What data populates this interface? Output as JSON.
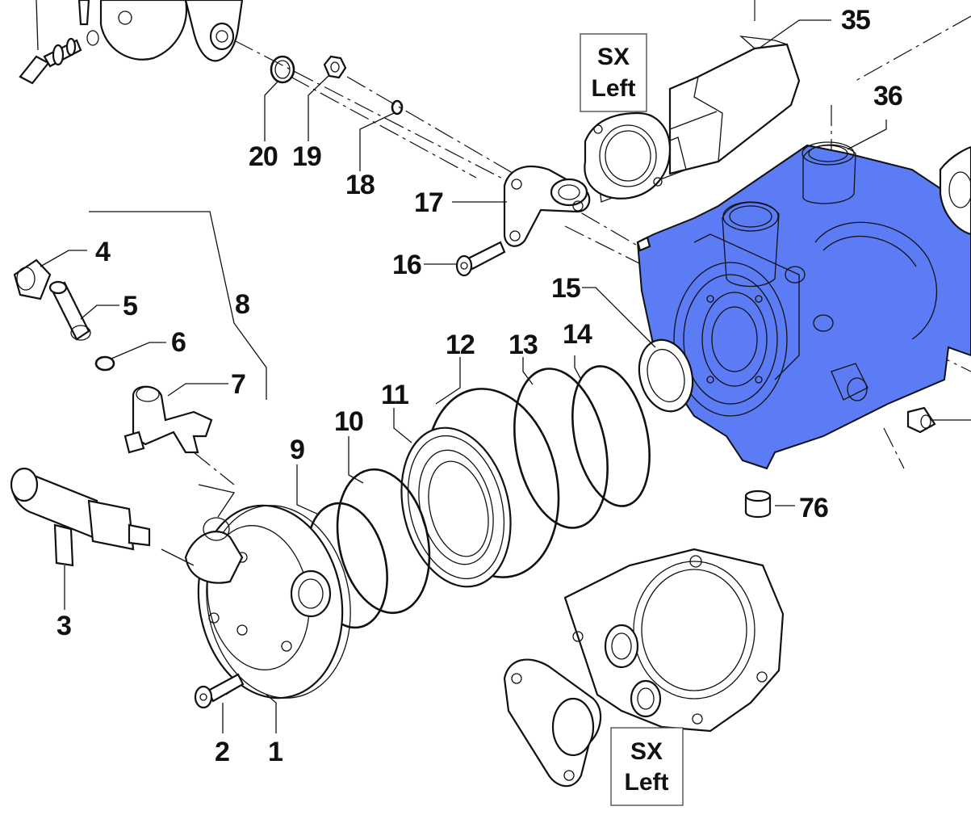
{
  "diagram": {
    "highlight_color": "#5b7cf5",
    "labels": [
      {
        "id": "35",
        "text": "35"
      },
      {
        "id": "36",
        "text": "36"
      },
      {
        "id": "20",
        "text": "20"
      },
      {
        "id": "19",
        "text": "19"
      },
      {
        "id": "18",
        "text": "18"
      },
      {
        "id": "17",
        "text": "17"
      },
      {
        "id": "16",
        "text": "16"
      },
      {
        "id": "15",
        "text": "15"
      },
      {
        "id": "14",
        "text": "14"
      },
      {
        "id": "13",
        "text": "13"
      },
      {
        "id": "12",
        "text": "12"
      },
      {
        "id": "11",
        "text": "11"
      },
      {
        "id": "10",
        "text": "10"
      },
      {
        "id": "9",
        "text": "9"
      },
      {
        "id": "8",
        "text": "8"
      },
      {
        "id": "7",
        "text": "7"
      },
      {
        "id": "6",
        "text": "6"
      },
      {
        "id": "5",
        "text": "5"
      },
      {
        "id": "4",
        "text": "4"
      },
      {
        "id": "3",
        "text": "3"
      },
      {
        "id": "2",
        "text": "2"
      },
      {
        "id": "1",
        "text": "1"
      },
      {
        "id": "76",
        "text": "76"
      }
    ],
    "callout_top": {
      "line1": "SX",
      "line2": "Left"
    },
    "callout_bottom": {
      "line1": "SX",
      "line2": "Left"
    }
  }
}
